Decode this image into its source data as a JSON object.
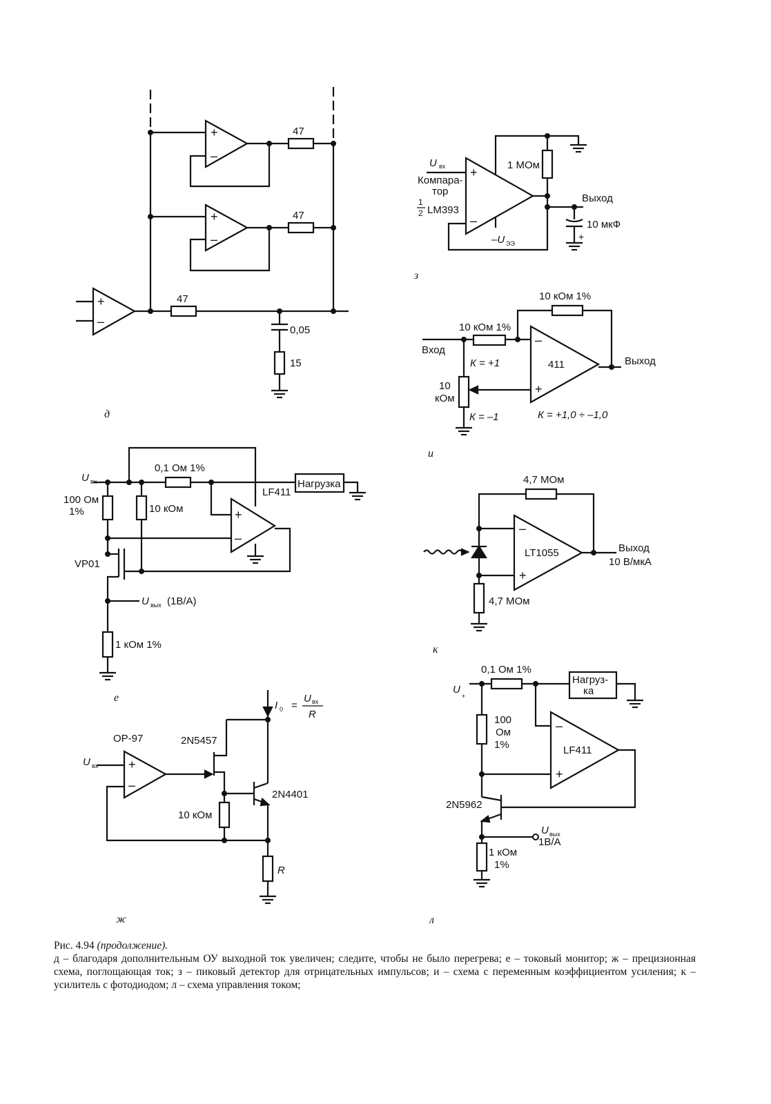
{
  "panels": {
    "d": {
      "letter": "д",
      "resistor_top": "47",
      "resistor_mid": "47",
      "resistor_bottom": "47",
      "capacitor": "0,05",
      "resistor_load": "15"
    },
    "z": {
      "letter": "з",
      "input": "U",
      "input_sub": "вх",
      "comparator_line1": "Компара-",
      "comparator_line2": "тор",
      "chip_fraction_num": "1",
      "chip_fraction_den": "2",
      "chip": "LM393",
      "resistor": "1 МОм",
      "output": "Выход",
      "capacitor": "10 мкФ",
      "supply": "–U",
      "supply_sub": "ЭЭ"
    },
    "i": {
      "letter": "и",
      "feedback_resistor": "10 кОм 1%",
      "input_resistor": "10 кОм 1%",
      "input": "Вход",
      "gain_top": "К = +1",
      "pot_value": "10",
      "pot_unit": "кОм",
      "gain_bottom": "К = –1",
      "opamp": "411",
      "output": "Выход",
      "gain_range": "К = +1,0  ÷ –1,0"
    },
    "e": {
      "letter": "е",
      "input": "U",
      "input_sub": "вх",
      "shunt": "0,1 Ом 1%",
      "load": "Нагрузка",
      "resistor_100_line1": "100 Ом",
      "resistor_100_line2": "1%",
      "resistor_10k": "10 кОм",
      "opamp": "LF411",
      "fet": "VP01",
      "output": "U",
      "output_sub": "вых",
      "output_scale": "(1В/А)",
      "resistor_1k": "1 кОм 1%"
    },
    "k": {
      "letter": "к",
      "feedback_resistor": "4,7 МОм",
      "opamp": "LT1055",
      "output": "Выход",
      "output_scale": "10 В/мкА",
      "bias_resistor": "4,7 МОм"
    },
    "zh": {
      "letter": "ж",
      "current": "I",
      "current_sub": "0",
      "eq": "=",
      "num": "U",
      "num_sub": "вх",
      "den": "R",
      "opamp": "OP-97",
      "input": "U",
      "input_sub": "вх",
      "fet": "2N5457",
      "bjt": "2N4401",
      "resistor_10k": "10 кОм",
      "resistor_r": "R"
    },
    "l": {
      "letter": "л",
      "shunt": "0,1 Ом 1%",
      "load_line1": "Нагруз-",
      "load_line2": "ка",
      "supply": "U",
      "supply_sub": "+",
      "resistor_100_line1": "100",
      "resistor_100_line2": "Ом",
      "resistor_100_line3": "1%",
      "opamp": "LF411",
      "transistor": "2N5962",
      "output": "U",
      "output_sub": "вых",
      "output_scale": "1В/А",
      "resistor_1k_line1": "1 кОм",
      "resistor_1k_line2": "1%"
    }
  },
  "caption": {
    "figure": "Рис. 4.94 ",
    "continued": "(продолжение).",
    "body": "д – благодаря дополнительным ОУ выходной ток увеличен; следите, чтобы не было перегрева; е – токовый монитор; ж – прецизионная схема, поглощающая ток; з – пиковый детектор для отрицательных импульсов; и – схема с переменным коэффициентом усиления; к – усилитель с фотодиодом; л – схема управления током;"
  }
}
